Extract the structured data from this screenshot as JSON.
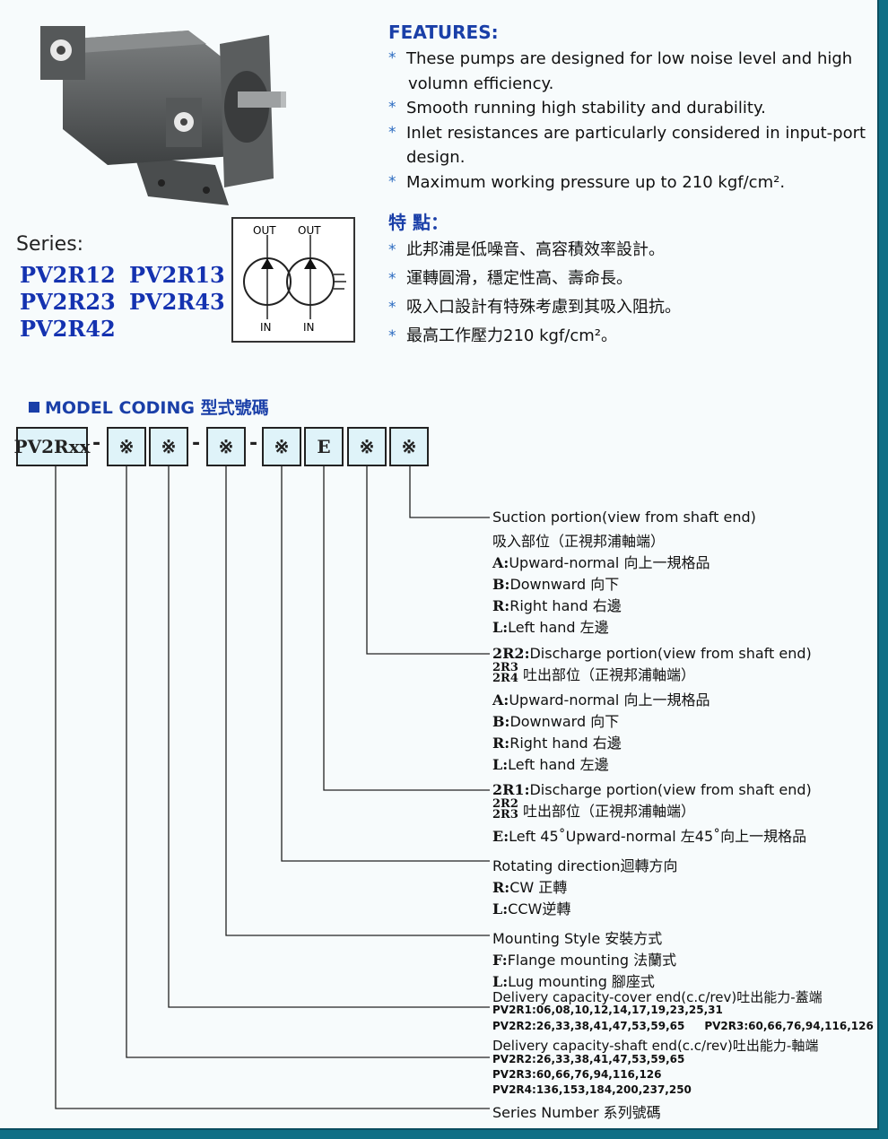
{
  "features": {
    "title": "FEATURES:",
    "bullet": "*",
    "items": [
      [
        "These pumps are designed for low noise level and high",
        "volumn efficiency."
      ],
      [
        "Smooth running high stability and durability."
      ],
      [
        "Inlet resistances are particularly considered in input-port",
        "design."
      ],
      [
        "Maximum working pressure up to 210 kgf/cm²."
      ]
    ]
  },
  "features_zh": {
    "title": "特 點：",
    "items": [
      "此邦浦是低噪音、高容積效率設計。",
      "運轉圓滑，穩定性高、壽命長。",
      "吸入口設計有特殊考慮到其吸入阻抗。",
      "最高工作壓力210 kgf/cm²。"
    ]
  },
  "series": {
    "label": "Series:",
    "models": [
      "PV2R12",
      "PV2R13",
      "PV2R23",
      "PV2R43",
      "PV2R42"
    ]
  },
  "symbol": {
    "out1": "OUT",
    "out2": "OUT",
    "in1": "IN",
    "in2": "IN"
  },
  "coding": {
    "title": "MODEL CODING",
    "title_zh": "型式號碼",
    "boxes": [
      "PV2Rxx",
      "※",
      "※",
      "※",
      "※",
      "E",
      "※",
      "※"
    ],
    "dash": "-"
  },
  "desc": {
    "suction": {
      "title": "Suction portion(view from shaft end)",
      "zh": "吸入部位（正視邦浦軸端）",
      "opts": [
        [
          "A:",
          "Upward-normal 向上一規格品"
        ],
        [
          "B:",
          "Downward 向下"
        ],
        [
          "R:",
          "Right hand 右邊"
        ],
        [
          "L:",
          "Left hand 左邊"
        ]
      ]
    },
    "discharge2": {
      "code1": "2R2:",
      "code2": "2R3",
      "code3": "2R4",
      "title": "Discharge portion(view from shaft end)",
      "zh": "吐出部位（正視邦浦軸端）",
      "opts": [
        [
          "A:",
          "Upward-normal 向上一規格品"
        ],
        [
          "B:",
          "Downward 向下"
        ],
        [
          "R:",
          "Right hand 右邊"
        ],
        [
          "L:",
          "Left hand 左邊"
        ]
      ]
    },
    "discharge1": {
      "code1": "2R1:",
      "code2": "2R2",
      "code3": "2R3",
      "title": "Discharge portion(view from shaft end)",
      "zh": "吐出部位（正視邦浦軸端）",
      "opt_key": "E:",
      "opt_text": "Left 45˚Upward-normal 左45˚向上一規格品"
    },
    "rotation": {
      "title": "Rotating direction迴轉方向",
      "opts": [
        [
          "R:",
          "CW 正轉"
        ],
        [
          "L:",
          "CCW逆轉"
        ]
      ]
    },
    "mounting": {
      "title": "Mounting Style 安裝方式",
      "opts": [
        [
          "F:",
          "Flange mounting 法蘭式"
        ],
        [
          "L:",
          "Lug mounting 腳座式"
        ]
      ]
    },
    "cover": {
      "title": "Delivery capacity-cover end(c.c/rev)吐出能力-蓋端",
      "l1": "PV2R1:06,08,10,12,14,17,19,23,25,31",
      "l2a": "PV2R2:26,33,38,41,47,53,59,65",
      "l2b": "PV2R3:60,66,76,94,116,126"
    },
    "shaft": {
      "title": "Delivery capacity-shaft end(c.c/rev)吐出能力-軸端",
      "l1": "PV2R2:26,33,38,41,47,53,59,65",
      "l2": "PV2R3:60,66,76,94,116,126",
      "l3": "PV2R4:136,153,184,200,237,250"
    },
    "series_number": "Series Number 系列號碼"
  }
}
